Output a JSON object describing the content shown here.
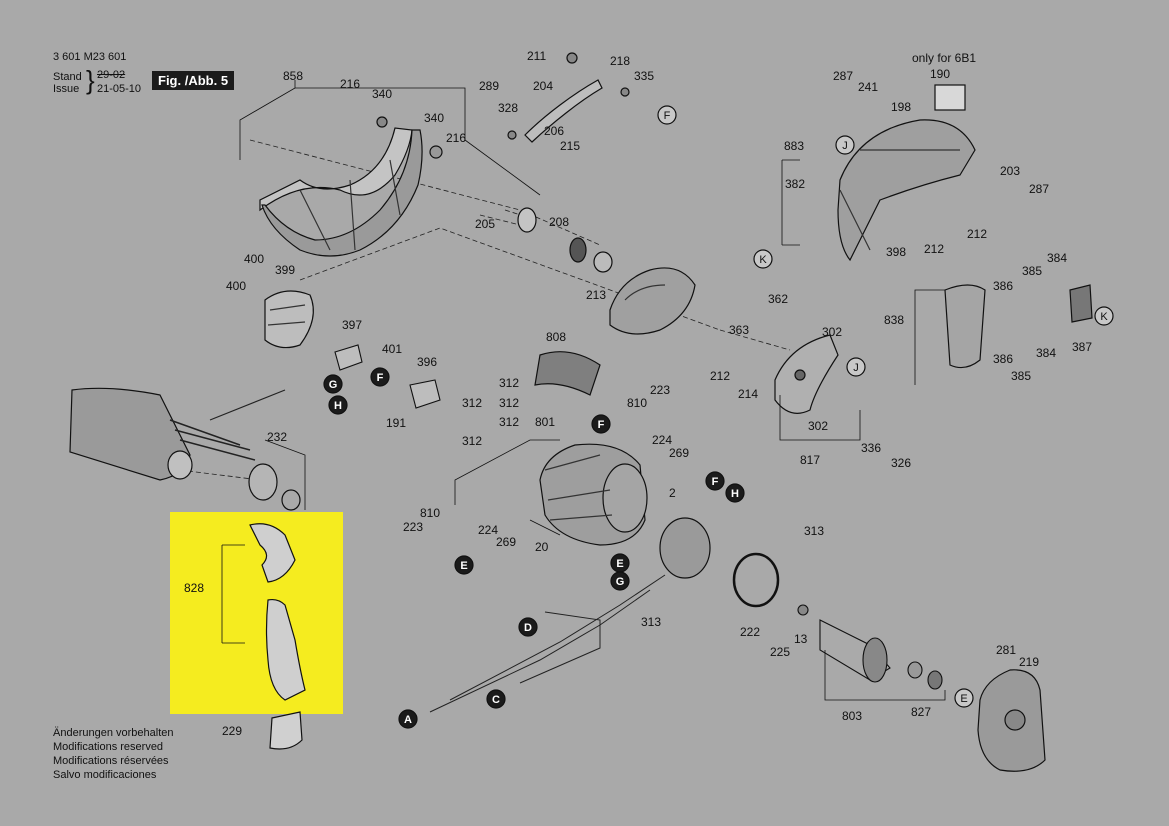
{
  "header": {
    "doc_number": "3 601 M23 601",
    "stand_label": "Stand",
    "stand_value": "29-02",
    "issue_label": "Issue",
    "issue_value": "21-05-10",
    "fig_label": "Fig. /Abb. 5"
  },
  "note_only_for": "only for 6B1",
  "notes": [
    "Änderungen vorbehalten",
    "Modifications reserved",
    "Modifications réservées",
    "Salvo modificaciones"
  ],
  "colors": {
    "background": "#a9a9a9",
    "highlight": "#f5ec1f",
    "ink": "#111111",
    "tag_fill": "#1b1b1b"
  },
  "part_labels": {
    "p858": "858",
    "p216a": "216",
    "p340a": "340",
    "p340b": "340",
    "p216b": "216",
    "p211": "211",
    "p218": "218",
    "p335": "335",
    "p289": "289",
    "p204": "204",
    "p328": "328",
    "p206": "206",
    "p215": "215",
    "p205": "205",
    "p208": "208",
    "p213": "213",
    "p400a": "400",
    "p399": "399",
    "p400b": "400",
    "p397": "397",
    "p401": "401",
    "p396": "396",
    "p191": "191",
    "p232": "232",
    "p808": "808",
    "p312a": "312",
    "p312b": "312",
    "p312c": "312",
    "p312d": "312",
    "p312e": "312",
    "p801": "801",
    "p810a": "810",
    "p223a": "223",
    "p224a": "224",
    "p269a": "269",
    "p810b": "810",
    "p223b": "223",
    "p224b": "224",
    "p269b": "269",
    "p20": "20",
    "p2": "2",
    "p828": "828",
    "p229": "229",
    "p287a": "287",
    "p241": "241",
    "p190": "190",
    "p198": "198",
    "p883": "883",
    "p382": "382",
    "p398": "398",
    "p212a": "212",
    "p212b": "212",
    "p203": "203",
    "p287b": "287",
    "p362": "362",
    "p363": "363",
    "p302a": "302",
    "p212c": "212",
    "p214": "214",
    "p302b": "302",
    "p336": "336",
    "p326": "326",
    "p817": "817",
    "p838": "838",
    "p386a": "386",
    "p385a": "385",
    "p384a": "384",
    "p386b": "386",
    "p384b": "384",
    "p385b": "385",
    "p387": "387",
    "p313a": "313",
    "p313b": "313",
    "p222": "222",
    "p13": "13",
    "p225": "225",
    "p803": "803",
    "p827": "827",
    "p281": "281",
    "p219": "219"
  },
  "reference_tags": {
    "F1": "F",
    "J1": "J",
    "K1": "K",
    "K2": "K",
    "J2": "J",
    "G1": "G",
    "F2": "F",
    "H1": "H",
    "F3": "F",
    "E1": "E",
    "F4": "F",
    "H2": "H",
    "E2": "E",
    "G2": "G",
    "D": "D",
    "C": "C",
    "A": "A",
    "E3": "E"
  }
}
